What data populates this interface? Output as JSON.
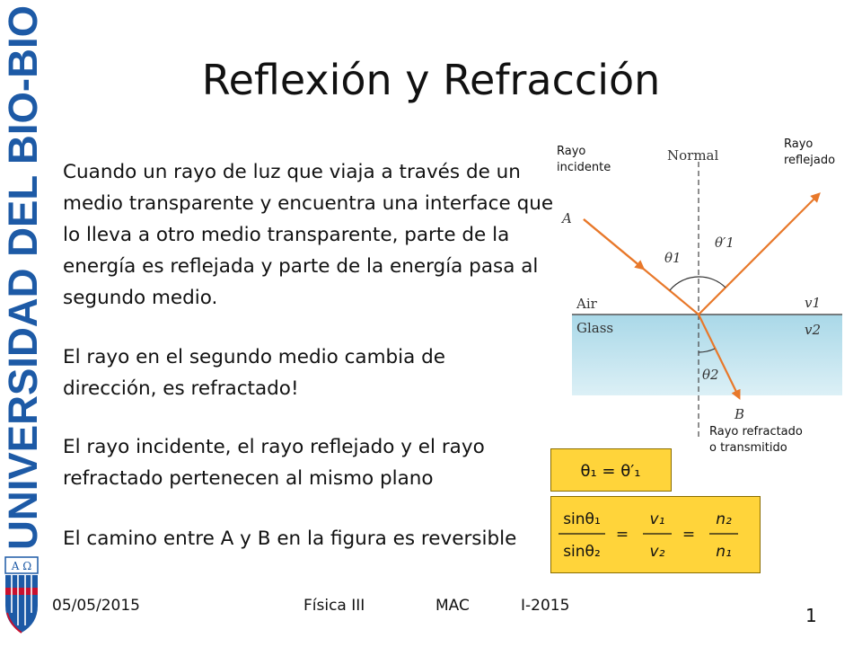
{
  "slide": {
    "title": "Reflexión y Refracción",
    "paragraphs": [
      "Cuando un rayo de luz que viaja a través de un medio transparente y encuentra una interface que lo lleva a otro medio transparente, parte de la energía es reflejada y parte de la energía pasa al segundo medio.",
      "El rayo en el segundo medio cambia de dirección, es refractado!",
      "El rayo incidente, el rayo reflejado y el rayo refractado pertenecen al mismo plano",
      "El camino entre A y B en la figura es reversible"
    ]
  },
  "university": {
    "banner": "UNIVERSIDAD DEL BIO-BIO",
    "logo_symbols": "A Ω"
  },
  "figure": {
    "normal_label": "Normal",
    "air_label": "Air",
    "glass_label": "Glass",
    "point_a": "A",
    "point_b": "B",
    "theta1": "θ1",
    "theta1_prime": "θ′1",
    "theta2": "θ2",
    "v1": "v1",
    "v2": "v2",
    "captions": {
      "incident": "Rayo incidente",
      "reflected": "Rayo reflejado",
      "refracted": "Rayo refractado o transmitido"
    }
  },
  "equations": {
    "reflection": "θ₁ = θ′₁",
    "snell": "sinθ₁/sinθ₂ = v₁/v₂ = n₂/n₁"
  },
  "footer": {
    "date": "05/05/2015",
    "course": "Física III",
    "author": "MAC",
    "term": "I-2015",
    "page": "1"
  },
  "colors": {
    "banner_blue": "#1d5aa6",
    "ray_orange": "#e8782a",
    "glass_blue": "#b9e0ec",
    "equation_box": "#ffd43a"
  }
}
